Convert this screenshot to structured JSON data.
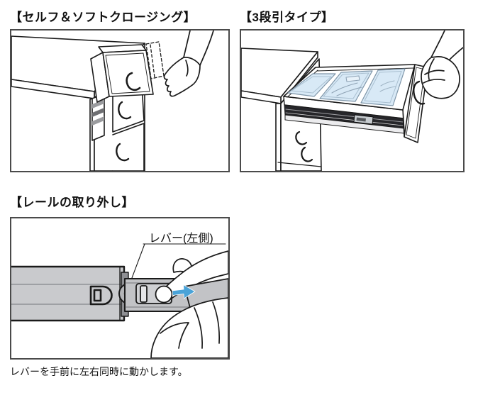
{
  "figure": {
    "sections": [
      {
        "id": "self_soft_closing",
        "heading": "【セルフ＆ソフトクロージング】"
      },
      {
        "id": "three_stage_pull",
        "heading": "【3段引タイプ】"
      },
      {
        "id": "rail_removal",
        "heading": "【レールの取り外し】"
      }
    ],
    "self_soft_closing": {
      "heading": "【セルフ＆ソフトクロージング】"
    },
    "three_stage_pull": {
      "heading": "【3段引タイプ】"
    },
    "rail_removal": {
      "heading": "【レールの取り外し】",
      "lever_label": "レバー(左側)",
      "caption": "レバーを手前に左右同時に動かします。"
    }
  },
  "colors": {
    "line": "#1a1a1a",
    "panel_border": "#4a4a4a",
    "rail_gray": "#c9cacd",
    "inner_rail_gray": "#c2c3c6",
    "slide_dark_band": "#26262a",
    "tray_blue": "#d8e9f6",
    "arrow_blue": "#4aa3d8"
  }
}
